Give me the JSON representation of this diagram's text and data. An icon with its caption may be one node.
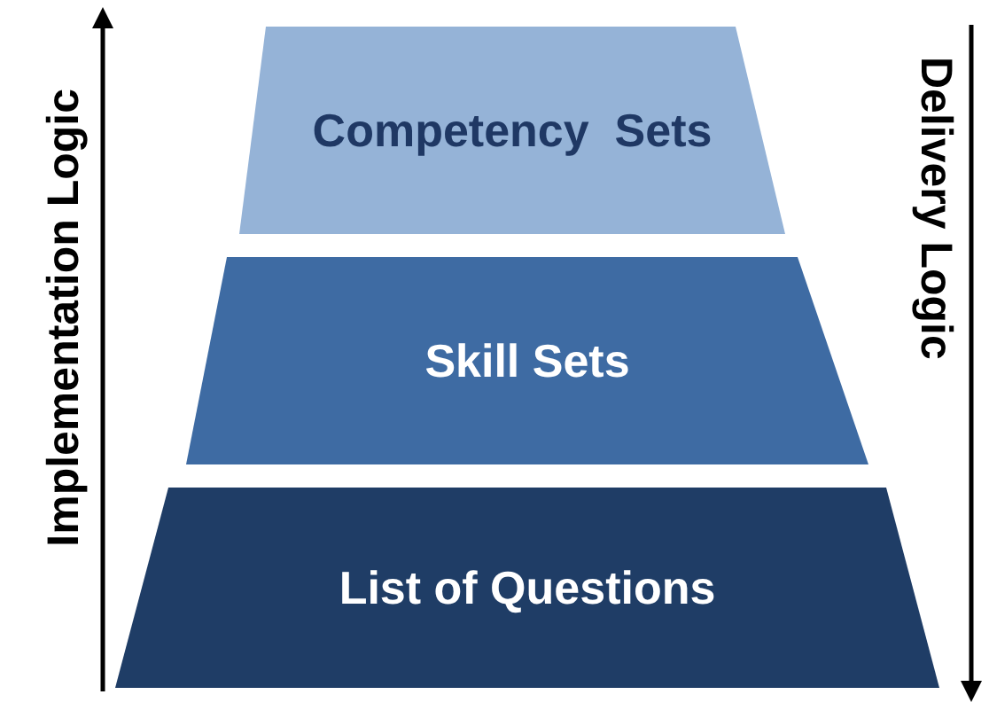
{
  "diagram": {
    "nodes": [
      {
        "text": [
          "Competency  Sets"
        ]
      },
      {
        "text": [
          "Skill Sets"
        ]
      },
      {
        "text": [
          "List of Questions"
        ]
      }
    ],
    "labels": [
      "Implementation Logic",
      "Delivery Logic"
    ]
  }
}
